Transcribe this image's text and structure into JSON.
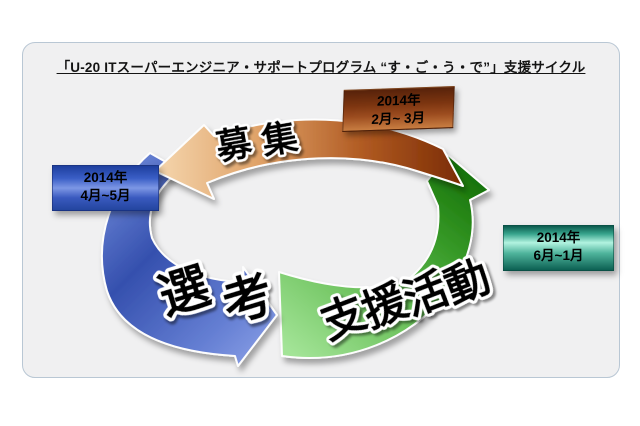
{
  "slide": {
    "title": "「U-20 ITスーパーエンジニア・サポートプログラム “す・ご・う・で”」支援サイクル",
    "background_color": "#f0f0f1",
    "border_color": "#b9c7d4"
  },
  "cycle": {
    "direction": "counterclockwise",
    "phases": [
      {
        "name": "募 集",
        "year": "2014年",
        "months": "2月~ 3月",
        "arrow_color_dark": "#7e2f06",
        "arrow_color_light": "#f6d9b2",
        "label_top_color": "#57220a",
        "label_bottom_color": "#c97e42"
      },
      {
        "name": "選 考",
        "year": "2014年",
        "months": "4月~5月",
        "arrow_color_dark": "#3550ae",
        "arrow_color_light": "#8fa4e8",
        "label_top_color": "#1e3f9e",
        "label_bottom_color": "#23459f"
      },
      {
        "name": "支援活動",
        "year": "2014年",
        "months": "6月~1月",
        "arrow_color_dark": "#157005",
        "arrow_color_light": "#a3e497",
        "label_top_color": "#0b5a4e",
        "label_bottom_color": "#0c6153"
      }
    ]
  }
}
